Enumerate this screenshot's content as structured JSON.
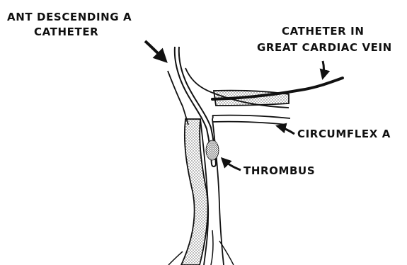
{
  "labels": {
    "ant_descending_line1": "ANT DESCENDING A",
    "ant_descending_line2": "CATHETER",
    "great_cardiac_line1": "CATHETER IN",
    "great_cardiac_line2": "GREAT CARDIAC VEIN",
    "circumflex": "CIRCUMFLEX A",
    "thrombus": "THROMBUS"
  },
  "colors": {
    "ink": "#111111",
    "stipple": "#555555",
    "background": "#ffffff"
  }
}
